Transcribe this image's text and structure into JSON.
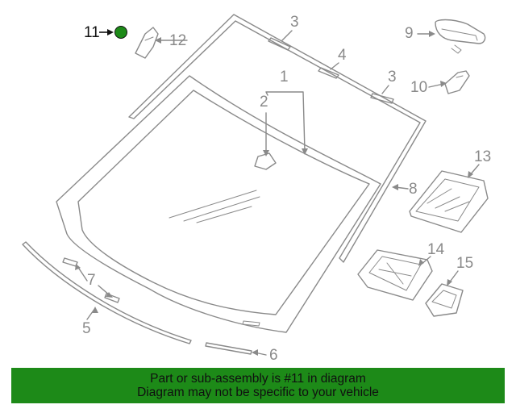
{
  "callouts": {
    "c1": "1",
    "c2": "2",
    "c3a": "3",
    "c3b": "3",
    "c4": "4",
    "c5": "5",
    "c6": "6",
    "c7": "7",
    "c8": "8",
    "c9": "9",
    "c10": "10",
    "c11": "11",
    "c12": "12",
    "c13": "13",
    "c14": "14",
    "c15": "15"
  },
  "banner": {
    "line1": "Part or sub-assembly is #11 in diagram",
    "line2": "Diagram may not be specific to your vehicle"
  },
  "colors": {
    "banner_bg": "#1d8a18",
    "marker": "#1d8a18",
    "line": "#8a8a8a"
  }
}
